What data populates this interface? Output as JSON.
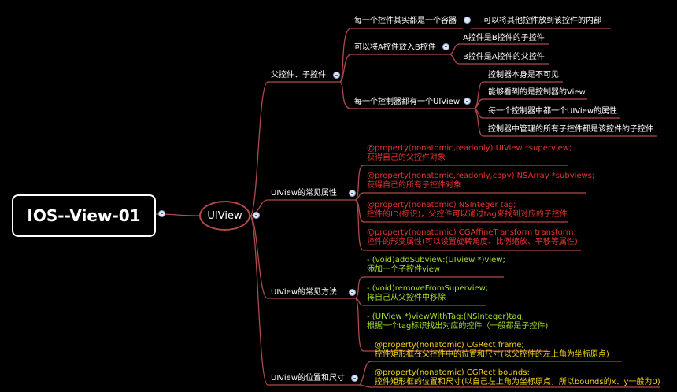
{
  "root": {
    "label": "IOS--View-01"
  },
  "center": {
    "label": "UIView"
  },
  "b1": {
    "label": "父控件、子控件",
    "c1": {
      "label": "每一个控件其实都是一个容器",
      "leaf": "可以将其他控件放到该控件的内部"
    },
    "c2": {
      "label": "可以将A控件放入B控件",
      "items": [
        "A控件是B控件的子控件",
        "B控件是A控件的父控件"
      ]
    },
    "c3": {
      "label": "每一个控制器都有一个UIView",
      "items": [
        "控制器本身是不可见",
        "能够看到的是控制器的View",
        "每一个控制器中都一个UIView的属性",
        "控制器中管理的所有子控件都是该控件的子控件"
      ]
    }
  },
  "b2": {
    "label": "UIView的常见属性",
    "items": [
      [
        "@property(nonatomic,readonly) UIView *superview;",
        "获得自己的父控件对象"
      ],
      [
        "@property(nonatomic,readonly,copy) NSArray *subviews;",
        "获得自己的所有子控件对象"
      ],
      [
        "@property(nonatomic) NSInteger tag;",
        "控件的ID(标识)，父控件可以通过tag来找到对应的子控件"
      ],
      [
        "@property(nonatomic) CGAffineTransform transform;",
        "控件的形变属性(可以设置旋转角度、比例缩放、平移等属性)"
      ]
    ]
  },
  "b3": {
    "label": "UIView的常见方法",
    "items": [
      [
        "- (void)addSubview:(UIView *)view;",
        "添加一个子控件view"
      ],
      [
        "- (void)removeFromSuperview;",
        "将自己从父控件中移除"
      ],
      [
        "- (UIView *)viewWithTag:(NSInteger)tag;",
        "根据一个tag标识找出对应的控件（一般都是子控件)"
      ]
    ]
  },
  "b4": {
    "label": "UIView的位置和尺寸",
    "items": [
      [
        "@property(nonatomic) CGRect frame;",
        "控件矩形框在父控件中的位置和尺寸(以父控件的左上角为坐标原点)"
      ],
      [
        "@property(nonatomic) CGRect bounds;",
        "控件矩形框的位置和尺寸(以自己左上角为坐标原点，所以bounds的x、y一般为0)"
      ]
    ]
  },
  "colors": {
    "connector": "#b04a4a",
    "red_text": "#e8342c",
    "green_text": "#a6e02a",
    "yellow_text": "#f0d21a",
    "background": "#000000"
  }
}
